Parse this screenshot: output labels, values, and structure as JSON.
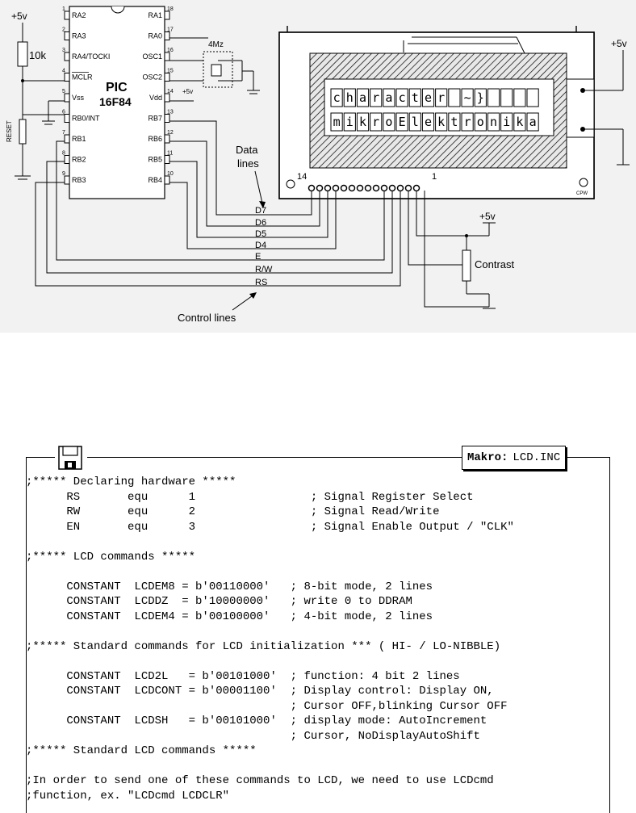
{
  "diagram": {
    "supply_labels": [
      "+5v",
      "+5v",
      "+5v",
      "+5v"
    ],
    "resistor_label": "10k",
    "reset_label": "RESET",
    "crystal_label": "4Mz",
    "chip": {
      "name_line1": "PIC",
      "name_line2": "16F84",
      "left_pins": [
        {
          "num": "1",
          "name": "RA2"
        },
        {
          "num": "2",
          "name": "RA3"
        },
        {
          "num": "3",
          "name": "RA4/TOCKI"
        },
        {
          "num": "4",
          "name": "MCLR"
        },
        {
          "num": "5",
          "name": "Vss"
        },
        {
          "num": "6",
          "name": "RB0/INT"
        },
        {
          "num": "7",
          "name": "RB1"
        },
        {
          "num": "8",
          "name": "RB2"
        },
        {
          "num": "9",
          "name": "RB3"
        }
      ],
      "right_pins": [
        {
          "num": "18",
          "name": "RA1"
        },
        {
          "num": "17",
          "name": "RA0"
        },
        {
          "num": "16",
          "name": "OSC1"
        },
        {
          "num": "15",
          "name": "OSC2"
        },
        {
          "num": "14",
          "name": "Vdd"
        },
        {
          "num": "13",
          "name": "RB7"
        },
        {
          "num": "12",
          "name": "RB6"
        },
        {
          "num": "11",
          "name": "RB5"
        },
        {
          "num": "10",
          "name": "RB4"
        }
      ]
    },
    "data_lines_label": [
      "Data",
      "lines"
    ],
    "control_lines_label": "Control lines",
    "contrast_label": "Contrast",
    "bus_labels": [
      "D7",
      "D6",
      "D5",
      "D4",
      "E",
      "R/W",
      "RS"
    ],
    "lcd": {
      "row1": [
        "c",
        "h",
        "a",
        "r",
        "a",
        "c",
        "t",
        "e",
        "r",
        " ",
        "~",
        "}",
        " ",
        " ",
        " ",
        " "
      ],
      "row2": [
        "m",
        "i",
        "k",
        "r",
        "o",
        "E",
        "l",
        "e",
        "k",
        "t",
        "r",
        "o",
        "n",
        "i",
        "k",
        "a"
      ],
      "pin_label_left": "14",
      "pin_label_right": "1",
      "corner_label": "CPW"
    }
  },
  "code": {
    "tab_title_bold": "Makro:",
    "tab_title": "LCD.INC",
    "lines": [
      ";***** Declaring hardware *****",
      "      RS       equ      1                 ; Signal Register Select",
      "      RW       equ      2                 ; Signal Read/Write",
      "      EN       equ      3                 ; Signal Enable Output / \"CLK\"",
      "",
      ";***** LCD commands *****",
      "",
      "      CONSTANT  LCDEM8 = b'00110000'   ; 8-bit mode, 2 lines",
      "      CONSTANT  LCDDZ  = b'10000000'   ; write 0 to DDRAM",
      "      CONSTANT  LCDEM4 = b'00100000'   ; 4-bit mode, 2 lines",
      "",
      ";***** Standard commands for LCD initialization *** ( HI- / LO-NIBBLE)",
      "",
      "      CONSTANT  LCD2L   = b'00101000'  ; function: 4 bit 2 lines",
      "      CONSTANT  LCDCONT = b'00001100'  ; Display control: Display ON,",
      "                                       ; Cursor OFF,blinking Cursor OFF",
      "      CONSTANT  LCDSH   = b'00101000'  ; display mode: AutoIncrement",
      "                                       ; Cursor, NoDisplayAutoShift",
      ";***** Standard LCD commands *****",
      "",
      ";In order to send one of these commands to LCD, we need to use LCDcmd",
      ";function, ex. \"LCDcmd LCDCLR\""
    ]
  }
}
